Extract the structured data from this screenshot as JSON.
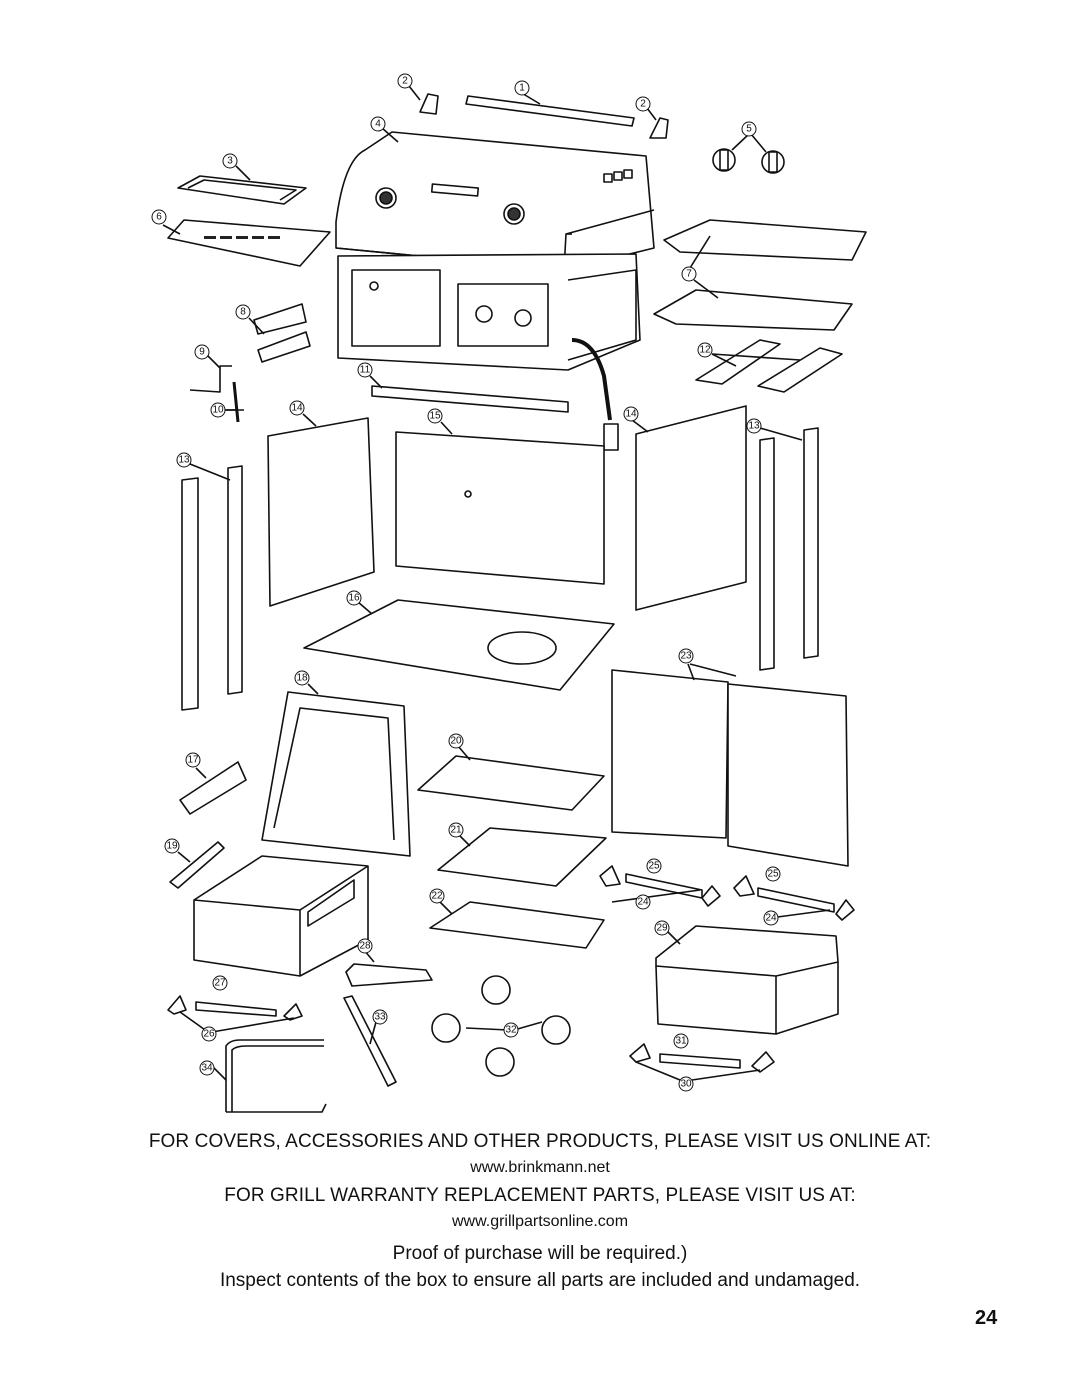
{
  "diagram": {
    "callouts": [
      "1",
      "2",
      "2",
      "3",
      "4",
      "5",
      "6",
      "7",
      "8",
      "9",
      "10",
      "11",
      "12",
      "13",
      "13",
      "14",
      "14",
      "15",
      "16",
      "17",
      "18",
      "19",
      "20",
      "21",
      "22",
      "23",
      "24",
      "24",
      "25",
      "25",
      "26",
      "27",
      "28",
      "29",
      "30",
      "31",
      "32",
      "33",
      "34"
    ]
  },
  "footer": {
    "line1": "FOR COVERS, ACCESSORIES AND OTHER PRODUCTS, PLEASE VISIT US ONLINE AT:",
    "line2": "www.brinkmann.net",
    "line3": "FOR GRILL WARRANTY REPLACEMENT PARTS, PLEASE VISIT US AT:",
    "line4": "www.grillpartsonline.com",
    "line5": "Proof of purchase will be required.)",
    "line6": "Inspect contents of the box to ensure all parts are included and undamaged."
  },
  "page_number": "24"
}
